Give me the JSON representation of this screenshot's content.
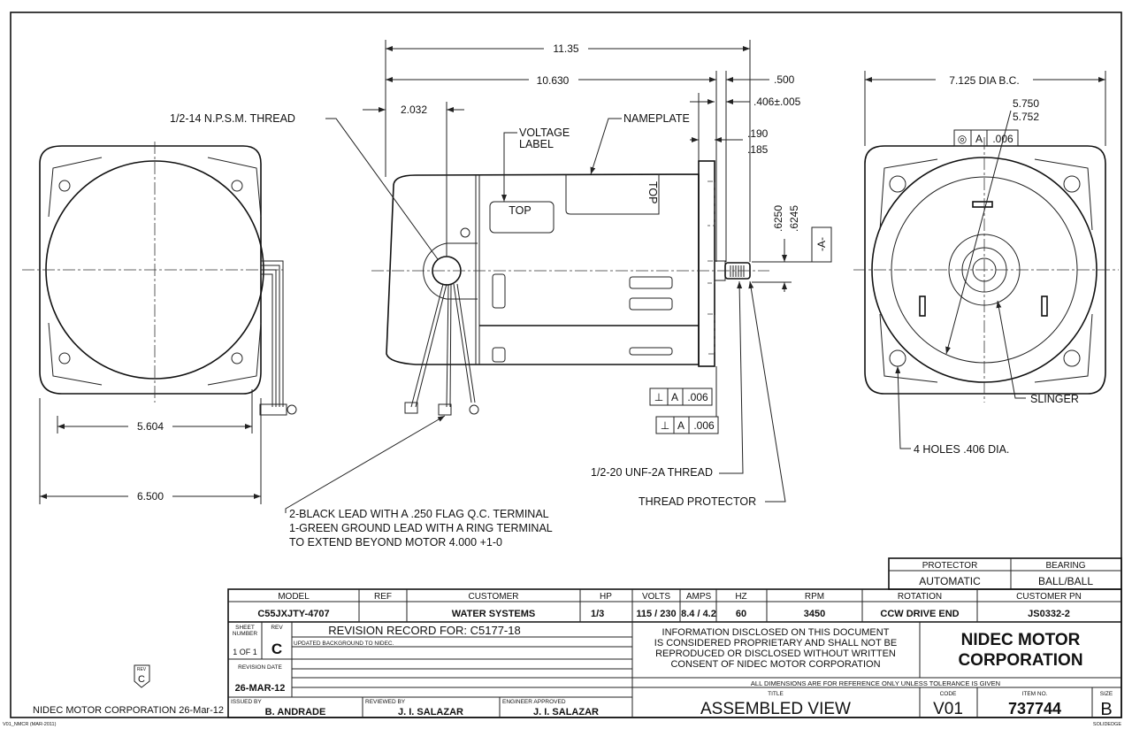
{
  "drawing": {
    "dimensions": {
      "overall_length": "11.35",
      "body_length": "10.630",
      "lead_offset": "2.032",
      "shaft_ext": ".500",
      "pilot": ".406±.005",
      "flange_max": ".190",
      "flange_min": ".185",
      "shaft_dia_max": ".6250",
      "shaft_dia_min": ".6245",
      "bolt_circle": "7.125 DIA B.C.",
      "pilot_dia_max": "5.750",
      "pilot_dia_min": "5.752",
      "width_inner": "5.604",
      "width_outer": "6.500"
    },
    "callouts": {
      "npsm_thread": "1/2-14 N.P.S.M. THREAD",
      "voltage_label_1": "VOLTAGE",
      "voltage_label_2": "LABEL",
      "nameplate": "NAMEPLATE",
      "top_label": "TOP",
      "top_nameplate": "TOP",
      "datum": "-A-",
      "unf_thread": "1/2-20 UNF-2A THREAD",
      "thread_protector": "THREAD PROTECTOR",
      "slinger": "SLINGER",
      "holes": "4 HOLES .406 DIA.",
      "leads_1": "2-BLACK LEAD WITH A .250 FLAG Q.C. TERMINAL",
      "leads_2": "1-GREEN GROUND LEAD WITH A RING TERMINAL",
      "leads_3": "TO EXTEND BEYOND MOTOR 4.000 +1-0"
    },
    "gdt": [
      {
        "symbol": "⊥",
        "datum": "A",
        "tol": ".006"
      },
      {
        "symbol": "⊥",
        "datum": "A",
        "tol": ".006"
      },
      {
        "symbol": "◎",
        "datum": "A",
        "tol": ".006"
      }
    ]
  },
  "title_block": {
    "protector_h": "PROTECTOR",
    "protector": "AUTOMATIC",
    "bearing_h": "BEARING",
    "bearing": "BALL/BALL",
    "model_h": "MODEL",
    "model": "C55JXJTY-4707",
    "ref_h": "REF",
    "ref": "",
    "customer_h": "CUSTOMER",
    "customer": "WATER SYSTEMS",
    "hp_h": "HP",
    "hp": "1/3",
    "volts_h": "VOLTS",
    "volts": "115 / 230",
    "amps_h": "AMPS",
    "amps": "8.4 / 4.2",
    "hz_h": "HZ",
    "hz": "60",
    "rpm_h": "RPM",
    "rpm": "3450",
    "rotation_h": "ROTATION",
    "rotation": "CCW DRIVE END",
    "customer_pn_h": "CUSTOMER PN",
    "customer_pn": "JS0332-2",
    "sheet_h1": "SHEET",
    "sheet_h2": "NUMBER",
    "sheet": "1 OF 1",
    "rev_h": "REV",
    "rev": "C",
    "revision_record": "REVISION RECORD FOR: C5177-18",
    "revision_note": "UPDATED BACKGROUND TO NIDEC.",
    "revision_date_h": "REVISION DATE",
    "revision_date": "26-MAR-12",
    "issued_by_h": "ISSUED BY",
    "issued_by": "B. ANDRADE",
    "reviewed_by_h": "REVIEWED BY",
    "reviewed_by": "J. I. SALAZAR",
    "engineer_h": "ENGINEER APPROVED",
    "engineer": "J. I. SALAZAR",
    "info_1": "INFORMATION DISCLOSED ON THIS DOCUMENT",
    "info_2": "IS CONSIDERED PROPRIETARY AND SHALL NOT BE",
    "info_3": "REPRODUCED OR DISCLOSED WITHOUT WRITTEN",
    "info_4": "CONSENT OF NIDEC MOTOR CORPORATION",
    "company_1": "NIDEC MOTOR",
    "company_2": "CORPORATION",
    "dims_note": "ALL DIMENSIONS ARE FOR REFERENCE ONLY UNLESS TOLERANCE IS GIVEN",
    "title_h": "TITLE",
    "title": "ASSEMBLED VIEW",
    "code_h": "CODE",
    "code": "V01",
    "item_h": "ITEM NO.",
    "item": "737744",
    "size_h": "SIZE",
    "size": "B"
  },
  "footer": {
    "rev_stamp_h": "REV",
    "rev_stamp": "C",
    "company_date": "NIDEC MOTOR CORPORATION 26-Mar-12",
    "form_id": "V01_NMCR (MAR-2011)",
    "cad": "SOLIDEDGE"
  }
}
